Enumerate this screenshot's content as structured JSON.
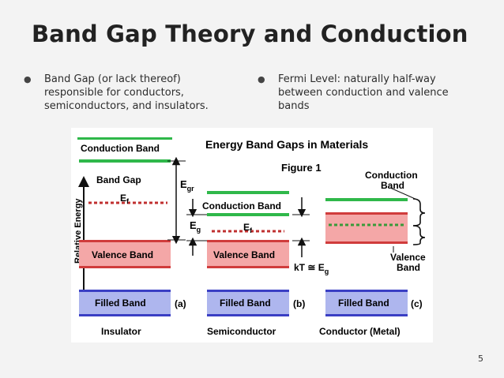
{
  "slide": {
    "title": "Band Gap Theory and Conduction",
    "bullets": [
      {
        "text": "Band Gap (or lack thereof) responsible for conductors, semiconductors, and insulators."
      },
      {
        "text": "Fermi Level: naturally half-way between conduction and valence bands"
      }
    ],
    "slide_number": "5"
  },
  "figure": {
    "heading": "Energy Band Gaps in Materials",
    "figure_label": "Figure 1",
    "y_axis_label": "Relative Energy",
    "labels": {
      "conduction_band": "Conduction Band",
      "band_gap": "Band Gap",
      "ef": "E",
      "ef_sub": "f",
      "egr": "E",
      "egr_sub": "gr",
      "eg": "E",
      "eg_sub": "g",
      "valence_band": "Valence Band",
      "filled_band": "Filled Band",
      "kt": "kT ≅ E",
      "kt_sub": "g",
      "metal_conduction_line1": "Conduction",
      "metal_conduction_line2": "Band",
      "metal_valence_line1": "Valence",
      "metal_valence_line2": "Band",
      "panel_a": "(a)",
      "panel_b": "(b)",
      "panel_c": "(c)",
      "insulator": "Insulator",
      "semiconductor": "Semiconductor",
      "conductor": "Conductor (Metal)"
    },
    "colors": {
      "conduction": "#2fb84a",
      "valence_fill": "#f4a7a7",
      "valence_line": "#d03c3c",
      "filled_fill": "#aeb6ee",
      "filled_line": "#3a3fc4",
      "fermi": "#c03030",
      "text": "#1a1a1a"
    }
  }
}
